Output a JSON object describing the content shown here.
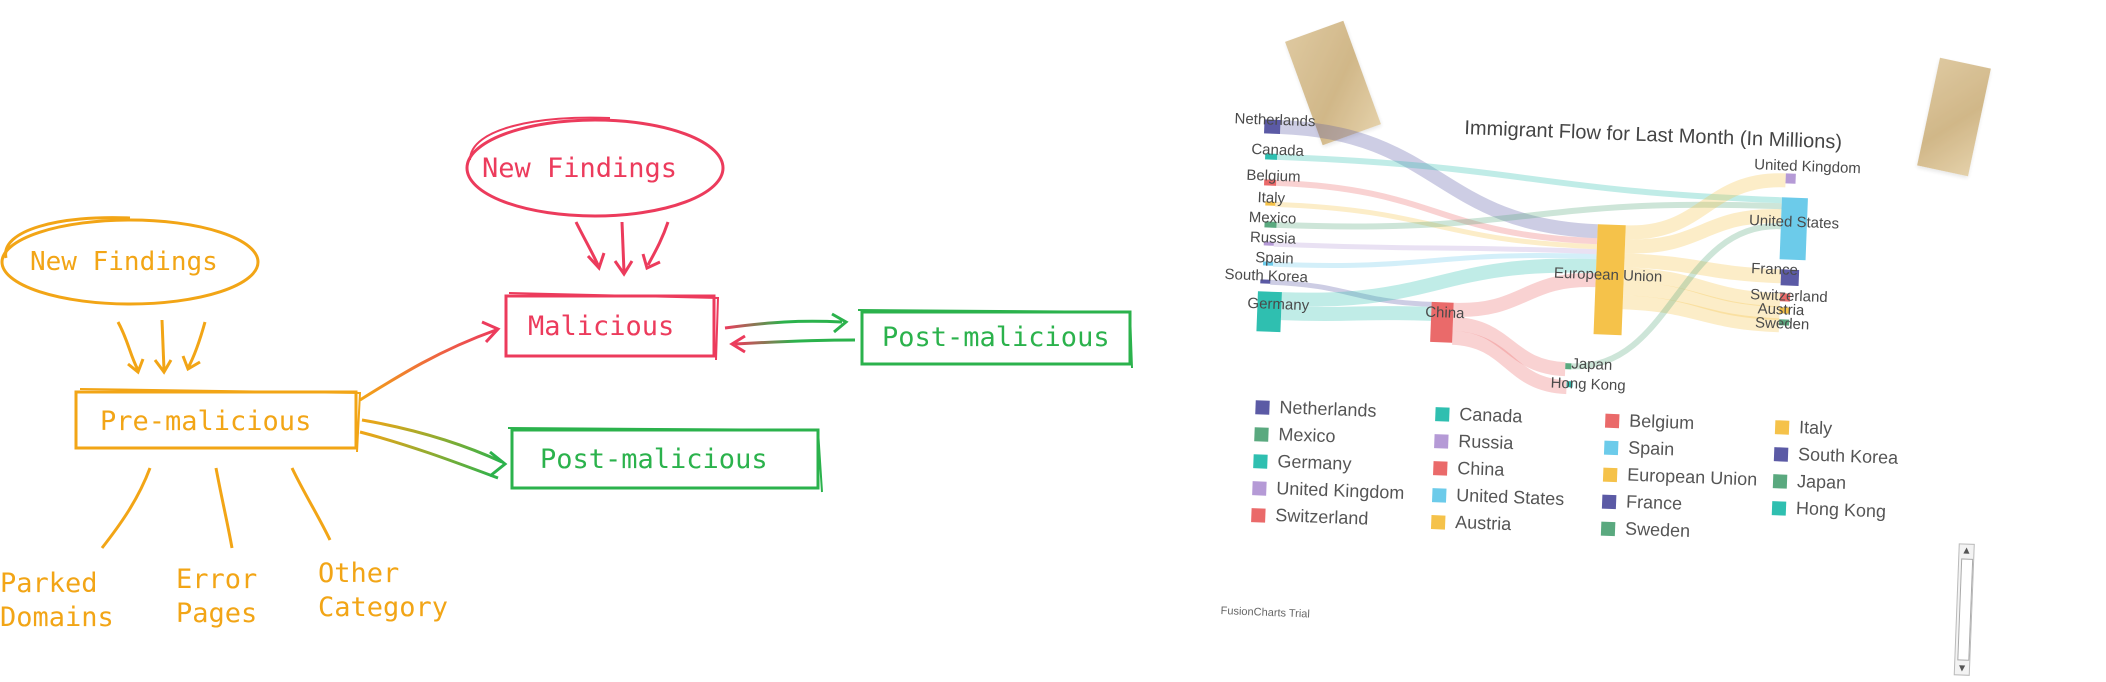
{
  "left_diagram": {
    "top_findings_label": "New Findings",
    "left_findings_label": "New Findings",
    "pre_malicious_label": "Pre-malicious",
    "malicious_label": "Malicious",
    "post_malicious_upper_label": "Post-malicious",
    "post_malicious_lower_label": "Post-malicious",
    "categories": [
      {
        "line1": "Parked",
        "line2": "Domains"
      },
      {
        "line1": "Error",
        "line2": "Pages"
      },
      {
        "line1": "Other",
        "line2": "Category"
      }
    ],
    "colors": {
      "orange": "#f2a516",
      "red": "#ec3b5c",
      "green": "#2bb24c"
    }
  },
  "chart_data": {
    "type": "sankey",
    "title": "Immigrant Flow for Last Month (In Millions)",
    "watermark": "FusionCharts Trial",
    "nodes": [
      {
        "name": "Netherlands",
        "color": "#5b5aa5"
      },
      {
        "name": "Canada",
        "color": "#2fbfb0"
      },
      {
        "name": "Belgium",
        "color": "#ea6a6a"
      },
      {
        "name": "Italy",
        "color": "#f5c24a"
      },
      {
        "name": "Mexico",
        "color": "#5aa97f"
      },
      {
        "name": "Russia",
        "color": "#b59ad6"
      },
      {
        "name": "Spain",
        "color": "#6ccbea"
      },
      {
        "name": "South Korea",
        "color": "#5b5aa5"
      },
      {
        "name": "Germany",
        "color": "#2fbfb0"
      },
      {
        "name": "China",
        "color": "#ea6a6a"
      },
      {
        "name": "European Union",
        "color": "#f5c24a"
      },
      {
        "name": "Japan",
        "color": "#5aa97f"
      },
      {
        "name": "Hong Kong",
        "color": "#2fbfb0"
      },
      {
        "name": "United Kingdom",
        "color": "#b59ad6"
      },
      {
        "name": "United States",
        "color": "#6ccbea"
      },
      {
        "name": "France",
        "color": "#5b5aa5"
      },
      {
        "name": "Switzerland",
        "color": "#ea6a6a"
      },
      {
        "name": "Austria",
        "color": "#f5c24a"
      },
      {
        "name": "Sweden",
        "color": "#5aa97f"
      }
    ],
    "links": [
      {
        "source": "Netherlands",
        "target": "European Union"
      },
      {
        "source": "Canada",
        "target": "United States"
      },
      {
        "source": "Belgium",
        "target": "European Union"
      },
      {
        "source": "Italy",
        "target": "European Union"
      },
      {
        "source": "Mexico",
        "target": "United States"
      },
      {
        "source": "Russia",
        "target": "European Union"
      },
      {
        "source": "Spain",
        "target": "European Union"
      },
      {
        "source": "South Korea",
        "target": "China"
      },
      {
        "source": "Germany",
        "target": "European Union"
      },
      {
        "source": "Germany",
        "target": "China"
      },
      {
        "source": "China",
        "target": "European Union"
      },
      {
        "source": "China",
        "target": "Japan"
      },
      {
        "source": "China",
        "target": "Hong Kong"
      },
      {
        "source": "European Union",
        "target": "United Kingdom"
      },
      {
        "source": "European Union",
        "target": "United States"
      },
      {
        "source": "European Union",
        "target": "France"
      },
      {
        "source": "European Union",
        "target": "Switzerland"
      },
      {
        "source": "European Union",
        "target": "Austria"
      },
      {
        "source": "European Union",
        "target": "Sweden"
      },
      {
        "source": "Japan",
        "target": "United States"
      }
    ],
    "legend": [
      [
        "Netherlands",
        "Mexico",
        "Germany",
        "United Kingdom",
        "Switzerland"
      ],
      [
        "Canada",
        "Russia",
        "China",
        "United States",
        "Austria"
      ],
      [
        "Belgium",
        "Spain",
        "European Union",
        "France",
        "Sweden"
      ],
      [
        "Italy",
        "South Korea",
        "Japan",
        "Hong Kong"
      ]
    ]
  }
}
